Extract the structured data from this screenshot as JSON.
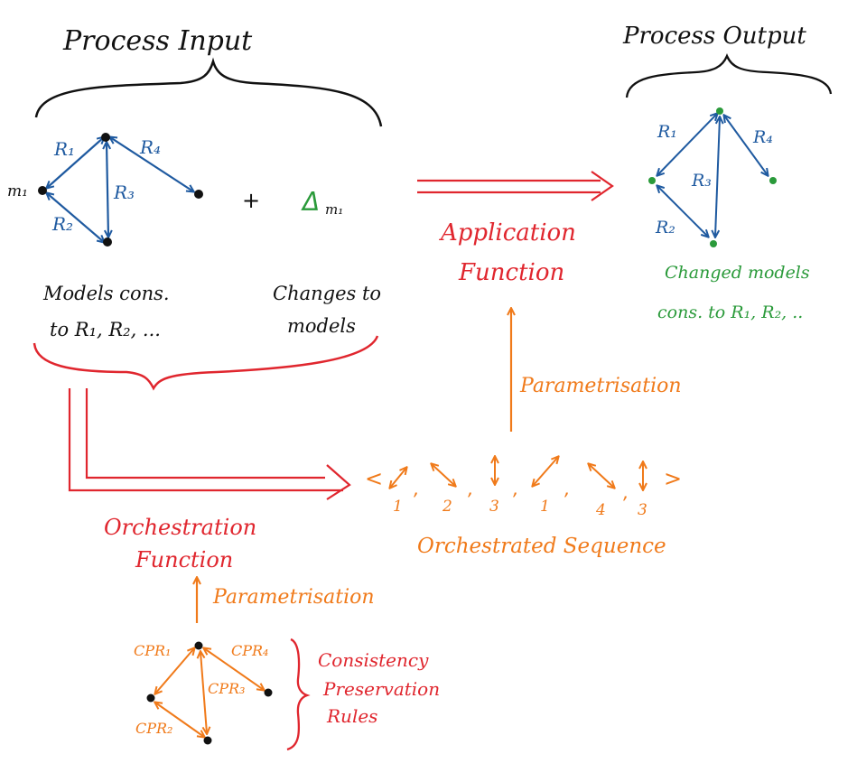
{
  "colors": {
    "ink": "#111111",
    "model_blue": "#1f5aa0",
    "delta_green": "#2a9a3a",
    "function_red": "#e0262e",
    "sequence_orange": "#f07a1a"
  },
  "input": {
    "title": "Process Input",
    "models_caption_line1": "Models cons.",
    "models_caption_line2": "to R₁, R₂, ...",
    "changes_caption_line1": "Changes to",
    "changes_caption_line2": "models",
    "plus": "+",
    "delta": "Δ",
    "delta_sub": "m₁",
    "model_label": "m₁",
    "relations": [
      "R₁",
      "R₂",
      "R₃",
      "R₄"
    ]
  },
  "output": {
    "title": "Process Output",
    "caption_line1": "Changed models",
    "caption_line2": "cons. to R₁, R₂, ..",
    "relations": [
      "R₁",
      "R₂",
      "R₃",
      "R₄"
    ]
  },
  "application": {
    "line1": "Application",
    "line2": "Function",
    "param": "Parametrisation"
  },
  "orchestration": {
    "line1": "Orchestration",
    "line2": "Function",
    "param": "Parametrisation"
  },
  "sequence": {
    "open": "<",
    "close": ">",
    "items": [
      "1",
      "2",
      "3",
      "1",
      "4",
      "3"
    ],
    "caption": "Orchestrated Sequence"
  },
  "cpr": {
    "rules": [
      "CPR₁",
      "CPR₂",
      "CPR₃",
      "CPR₄"
    ],
    "caption_line1": "Consistency",
    "caption_line2": "Preservation",
    "caption_line3": "Rules"
  }
}
